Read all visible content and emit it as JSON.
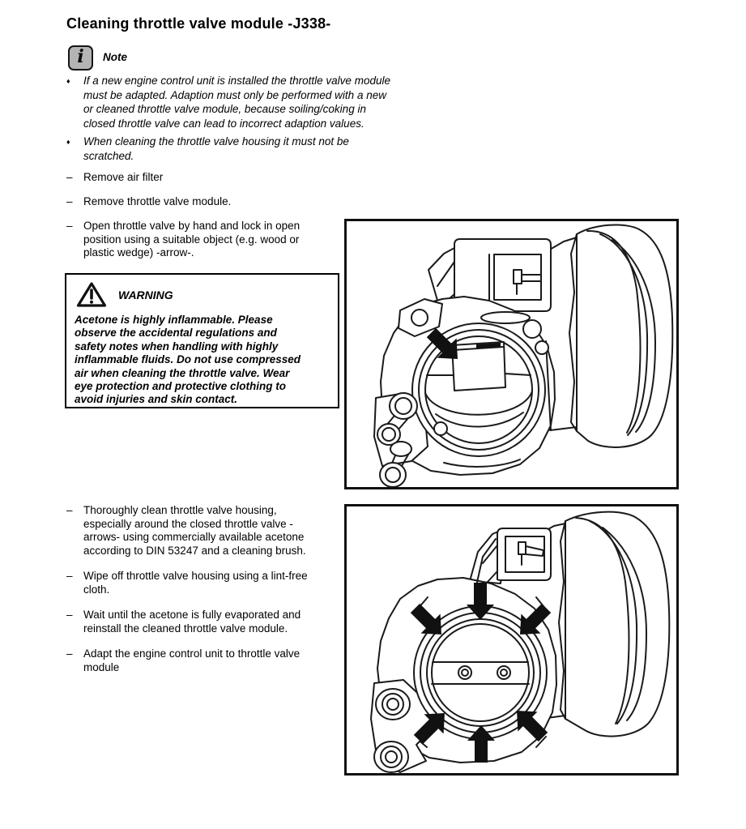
{
  "page": {
    "title": "Cleaning throttle valve module -J338-"
  },
  "note": {
    "icon": "info-icon",
    "label": "Note",
    "bullet_char": "♦",
    "items": [
      "If a new engine control unit is installed the throttle valve module\nmust be adapted. Adaption must only be performed with a new\nor cleaned throttle valve module, because soiling/coking in\nclosed throttle valve can lead to incorrect adaption values.",
      "When cleaning the throttle valve housing it must not be\nscratched."
    ]
  },
  "steps_top": {
    "bullet_char": "–",
    "items": [
      "Remove air filter",
      "Remove throttle valve module.",
      "Open throttle valve by hand and lock in open\nposition using a suitable object (e.g. wood or\nplastic wedge) -arrow-."
    ]
  },
  "warning": {
    "icon": "warning-triangle-icon",
    "label": "WARNING",
    "body": "Acetone is highly inflammable. Please\nobserve the accidental regulations and\nsafety notes when handling with highly\ninflammable fluids. Do not use compressed\nair when cleaning the throttle valve. Wear\neye protection and protective clothing to\navoid injuries and skin contact."
  },
  "steps_bottom": {
    "bullet_char": "–",
    "items": [
      "Thoroughly clean throttle valve housing,\nespecially around the closed throttle valve -\narrows- using commercially available acetone\naccording to DIN 53247 and a cleaning brush.",
      "Wipe off throttle valve housing using a lint-free\ncloth.",
      "Wait until the acetone is fully evaporated and\nreinstall the cleaned throttle valve module.",
      "Adapt the engine control unit to throttle valve\nmodule"
    ]
  },
  "figures": {
    "fig1": {
      "name": "throttle-valve-module-open-with-wedge"
    },
    "fig2": {
      "name": "throttle-valve-module-closed-with-cleaning-arrows"
    }
  },
  "colors": {
    "background": "#ffffff",
    "line_art": "#1a1a1a",
    "note_icon_gray": "#b4b4b4"
  }
}
